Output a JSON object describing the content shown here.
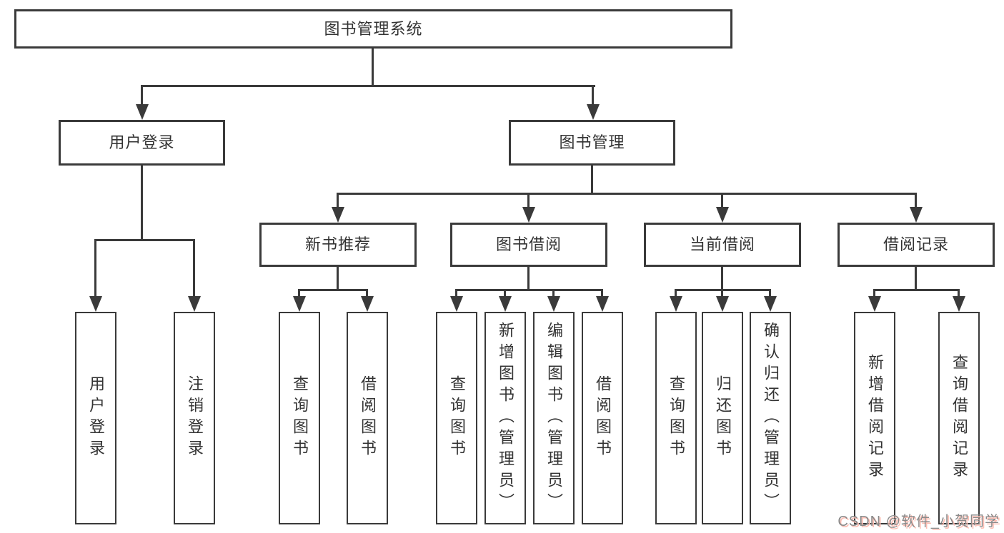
{
  "tree": {
    "label": "图书管理系统",
    "children": [
      {
        "label": "用户登录",
        "children": [
          {
            "label": "用户登录"
          },
          {
            "label": "注销登录"
          }
        ]
      },
      {
        "label": "图书管理",
        "children": [
          {
            "label": "新书推荐",
            "children": [
              {
                "label": "查询图书"
              },
              {
                "label": "借阅图书"
              }
            ]
          },
          {
            "label": "图书借阅",
            "children": [
              {
                "label": "查询图书"
              },
              {
                "label": "新增图书（管理员）"
              },
              {
                "label": "编辑图书（管理员）"
              },
              {
                "label": "借阅图书"
              }
            ]
          },
          {
            "label": "当前借阅",
            "children": [
              {
                "label": "查询图书"
              },
              {
                "label": "归还图书"
              },
              {
                "label": "确认归还（管理员）"
              }
            ]
          },
          {
            "label": "借阅记录",
            "children": [
              {
                "label": "新增借阅记录"
              },
              {
                "label": "查询借阅记录"
              }
            ]
          }
        ]
      }
    ]
  },
  "watermark": "CSDN @软件_小贺同学",
  "colors": {
    "line": "#3a3a3a",
    "text": "#333333",
    "watermark_text": "#8a8a8a",
    "watermark_shadow": "#ffbdb2"
  }
}
